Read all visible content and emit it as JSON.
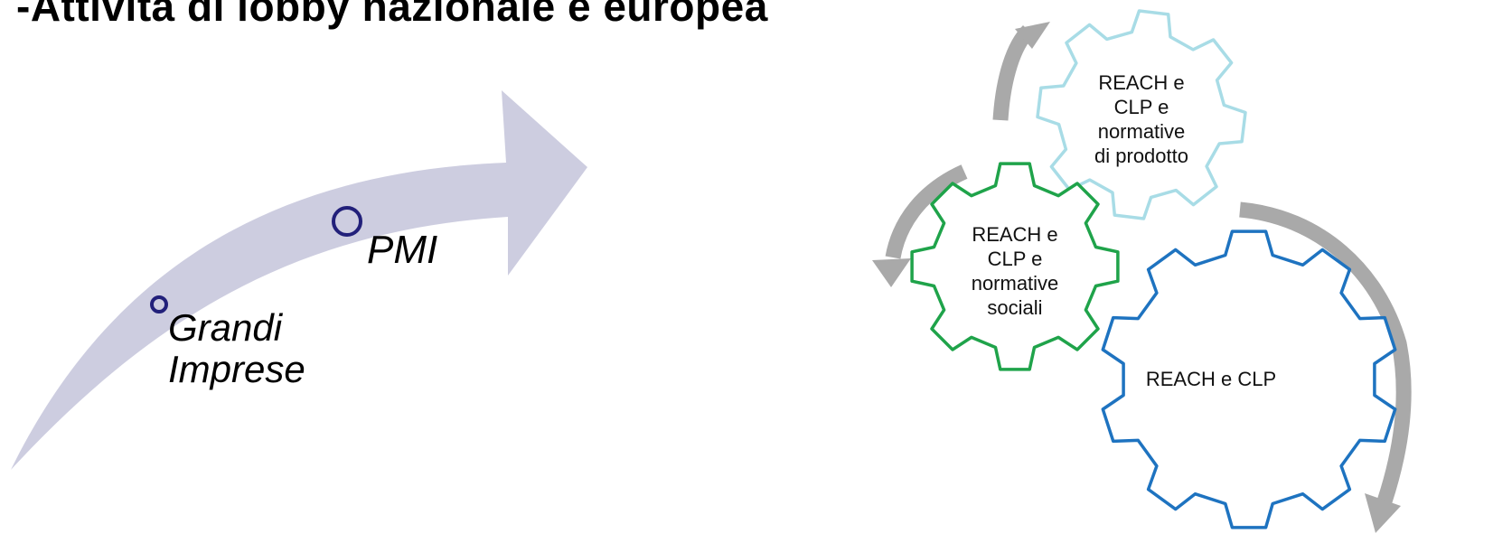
{
  "title": "-Attività di lobby nazionale e europea",
  "arrow_items": [
    {
      "line1": "Grandi",
      "line2": "Imprese"
    },
    {
      "line1": "PMI"
    }
  ],
  "gears": [
    {
      "label_lines": [
        "REACH e",
        "CLP e",
        "normative",
        "di prodotto"
      ],
      "color": "#a8dce6"
    },
    {
      "label_lines": [
        "REACH e",
        "CLP e",
        "normative",
        "sociali"
      ],
      "color": "#1fa34a"
    },
    {
      "label_lines": [
        "REACH e CLP"
      ],
      "color": "#1e73c0"
    }
  ],
  "colors": {
    "big_arrow": "#cdcde0",
    "bullet": "#22207a",
    "cycle_arrows": "#a9a9a9"
  }
}
